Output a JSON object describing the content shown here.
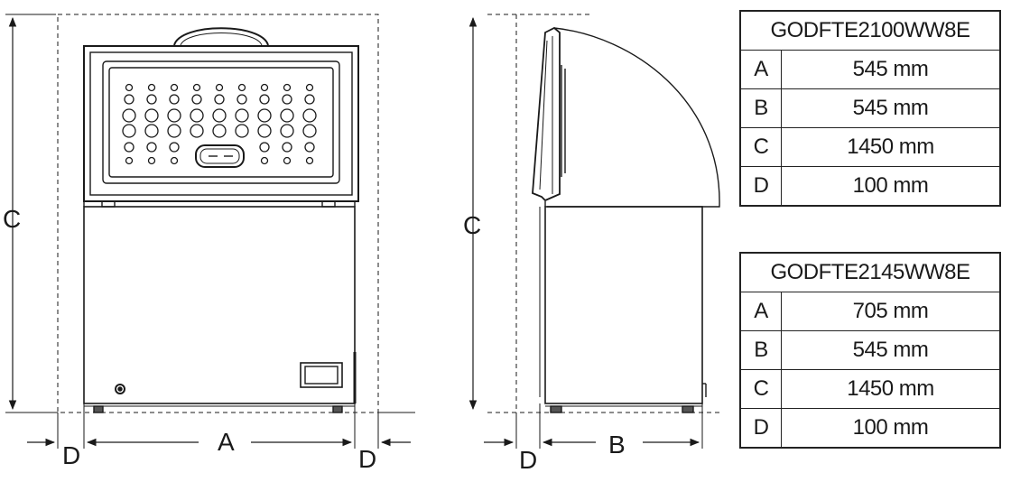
{
  "labels": {
    "front_height": "C",
    "side_height": "C",
    "front_width": "A",
    "side_depth": "B",
    "gap_left": "D",
    "gap_right": "D",
    "gap_side": "D"
  },
  "tables": [
    {
      "model": "GODFTE2100WW8E",
      "rows": [
        {
          "key": "A",
          "value": "545 mm"
        },
        {
          "key": "B",
          "value": "545 mm"
        },
        {
          "key": "C",
          "value": "1450 mm"
        },
        {
          "key": "D",
          "value": "100 mm"
        }
      ]
    },
    {
      "model": "GODFTE2145WW8E",
      "rows": [
        {
          "key": "A",
          "value": "705 mm"
        },
        {
          "key": "B",
          "value": "545 mm"
        },
        {
          "key": "C",
          "value": "1450 mm"
        },
        {
          "key": "D",
          "value": "100 mm"
        }
      ]
    }
  ]
}
